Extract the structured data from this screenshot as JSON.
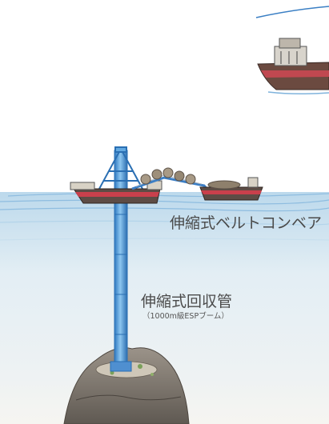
{
  "labels": {
    "conveyor": "伸縮式ベルトコンベア",
    "pipe": "伸縮式回収管",
    "pipe_sub": "（1000m級ESPブーム）"
  },
  "colors": {
    "sky_stroke": "#3a7fc4",
    "sea_surface": "#a9cde6",
    "sea_deep": "#d9e6ec",
    "pipe_fill": "#63a9e0",
    "pipe_stroke": "#2a6fb3",
    "hull_red": "#c0404a",
    "hull_dark": "#5a4a44",
    "seabed": "#9c948a",
    "text": "#4a4a4a"
  }
}
